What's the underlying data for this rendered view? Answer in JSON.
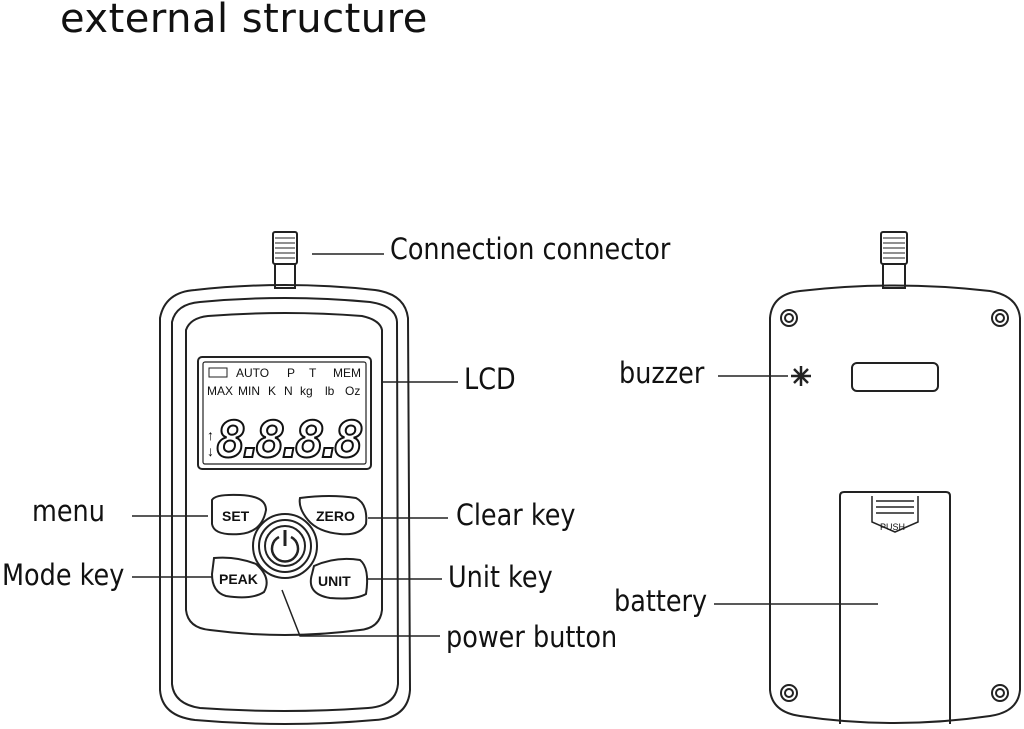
{
  "title": "external structure",
  "front_labels": {
    "connector": "Connection connector",
    "lcd": "LCD",
    "menu": "menu",
    "clear_key": "Clear key",
    "mode_key": "Mode key",
    "unit_key": "Unit key",
    "power_button": "power button"
  },
  "back_labels": {
    "buzzer": "buzzer",
    "battery": "battery"
  },
  "lcd": {
    "row1": [
      "AUTO",
      "P",
      "T",
      "MEM"
    ],
    "row2": [
      "MAX",
      "MIN",
      "K",
      "N",
      "kg",
      "lb",
      "Oz"
    ],
    "digits": "8.8.8.8"
  },
  "buttons": {
    "set": "SET",
    "zero": "ZERO",
    "peak": "PEAK",
    "unit": "UNIT"
  },
  "battery_cover": {
    "push_label": "PUSH"
  }
}
